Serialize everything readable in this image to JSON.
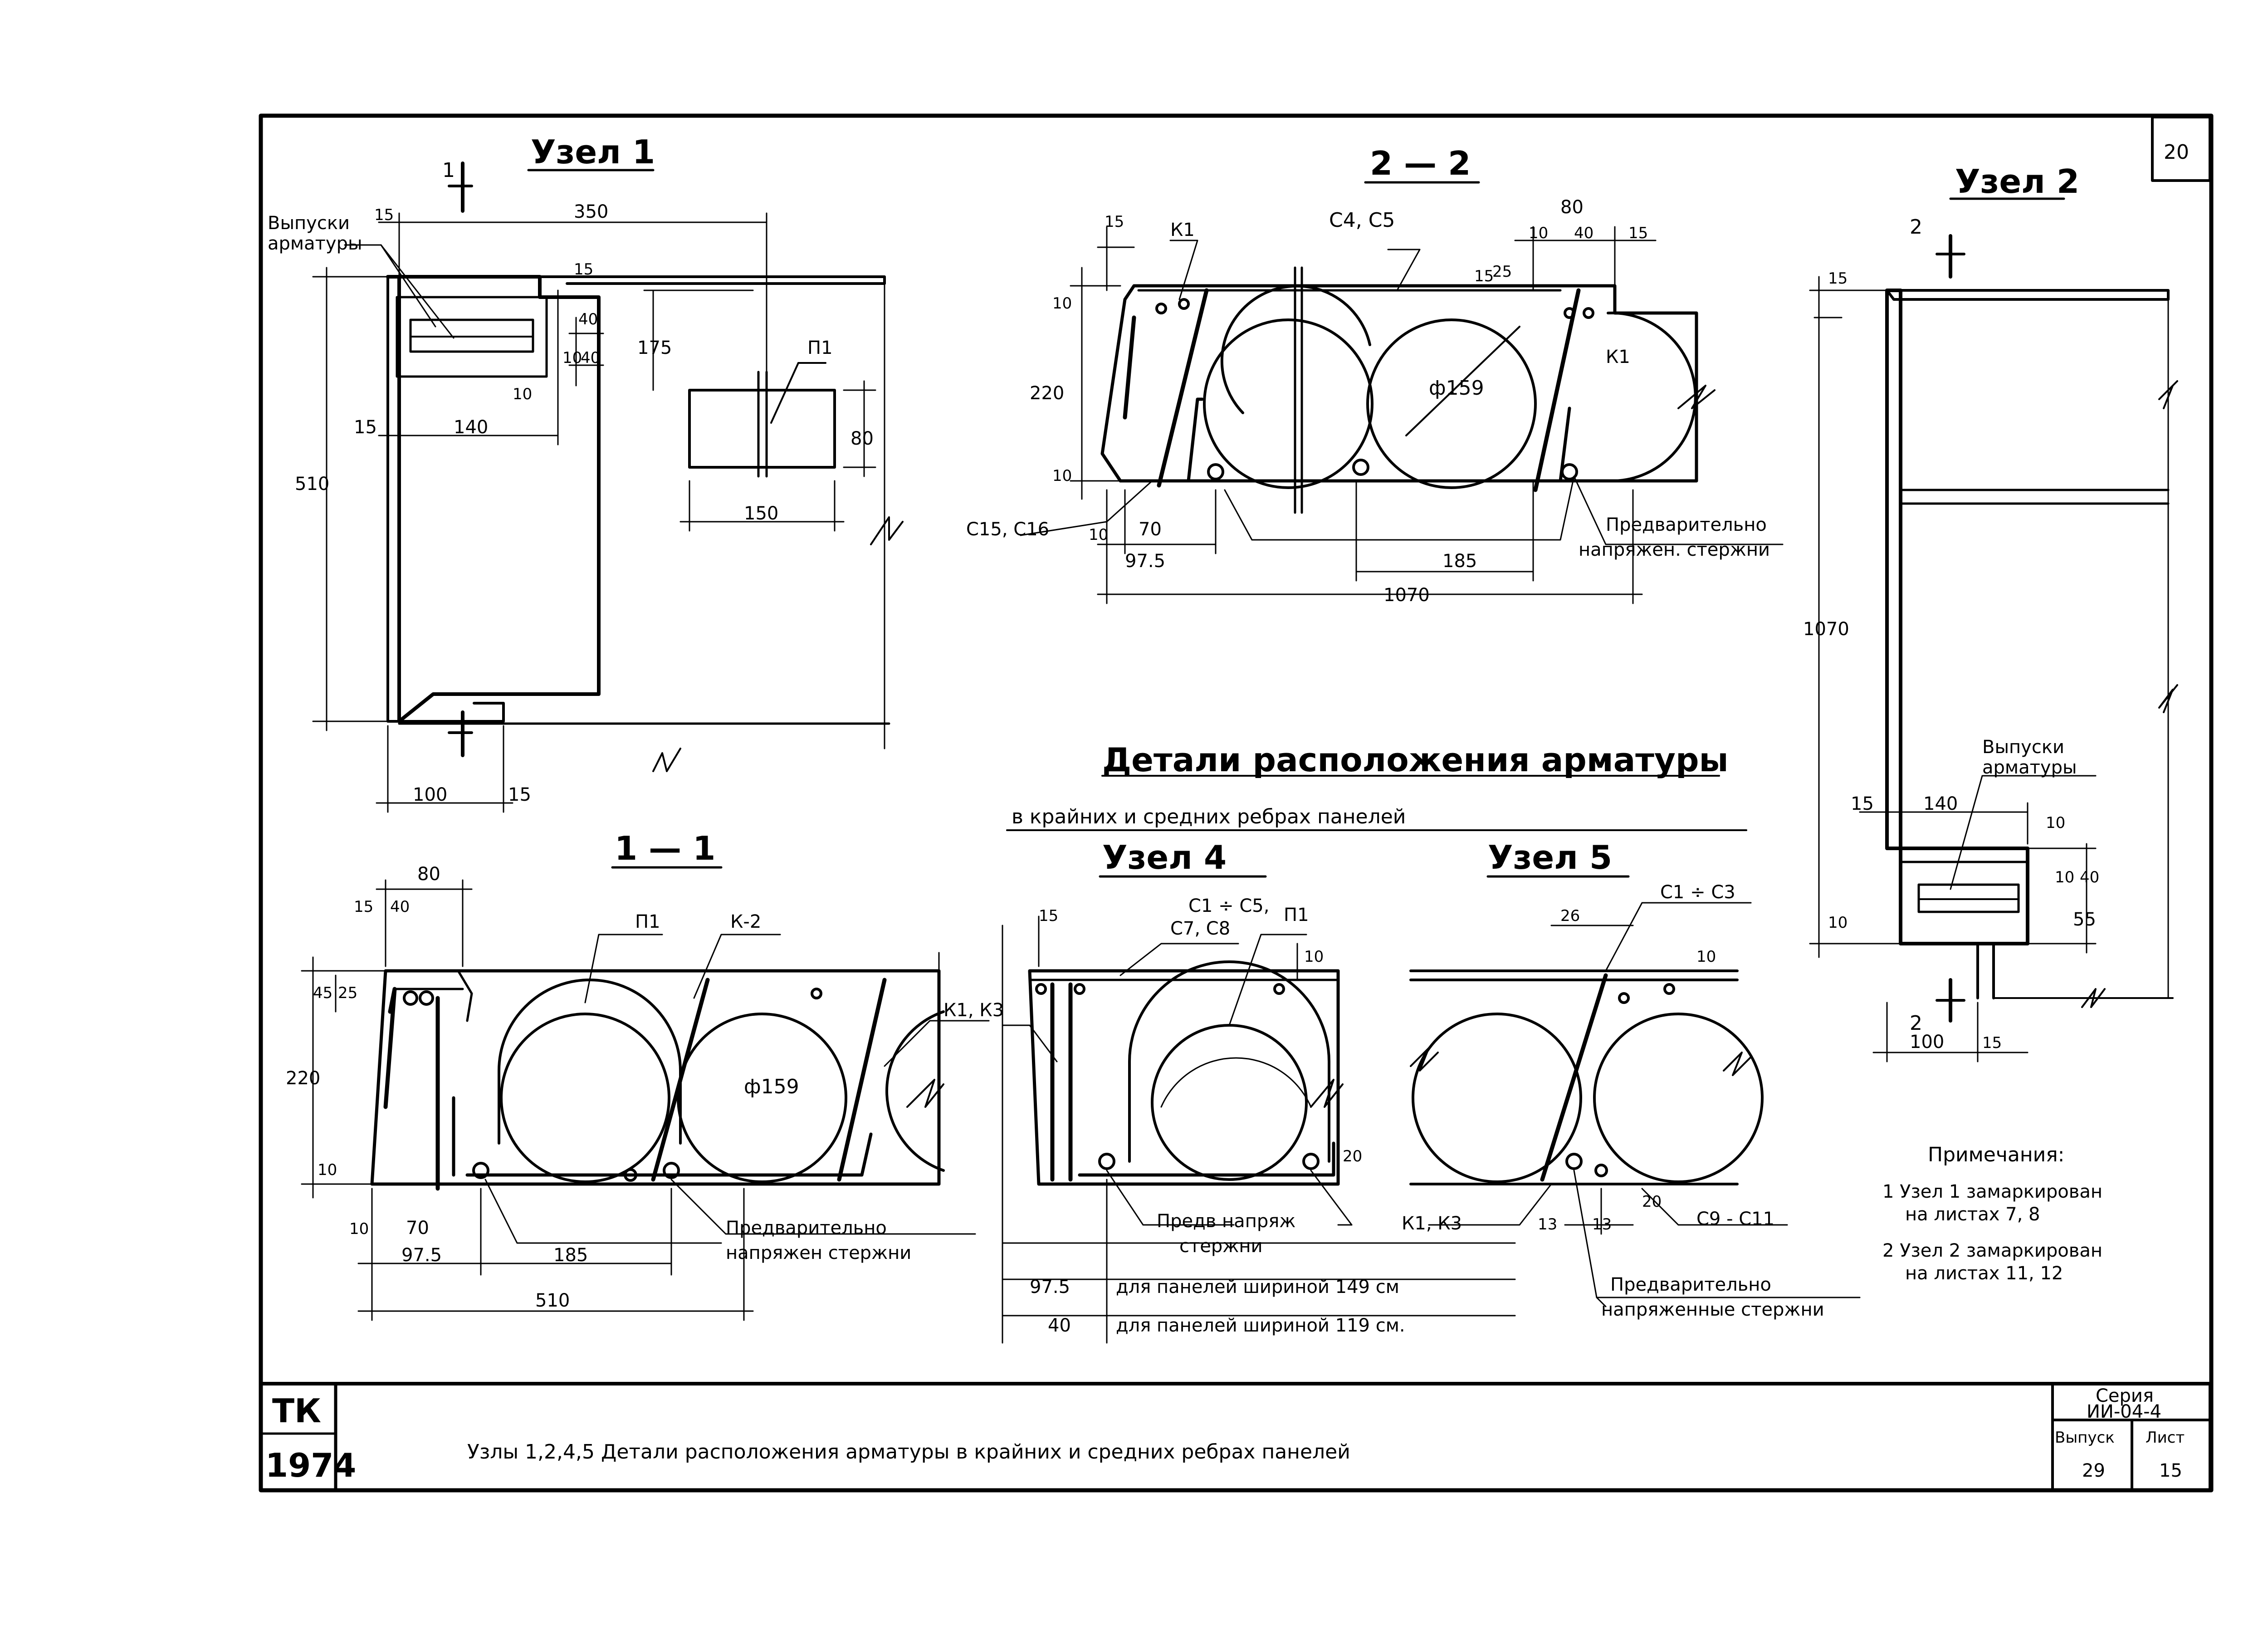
{
  "sheet_number": "20",
  "title_block": {
    "org": "ТК",
    "year": "1974",
    "title": "Узлы 1,2,4,5 Детали расположения арматуры в крайних и средних ребрах панелей",
    "series_label": "Серия",
    "series_value": "ИИ-04-4",
    "issue_label": "Выпуск",
    "issue_value": "29",
    "sheet_label": "Лист",
    "sheet_value": "15"
  },
  "main_title": {
    "line1": "Детали расположения арматуры",
    "line2": "в крайних и средних ребрах панелей"
  },
  "node1": {
    "title": "Узел 1",
    "section_mark": "1",
    "callout": [
      "Выпуски",
      "арматуры"
    ],
    "part": "П1",
    "dims": [
      "15",
      "350",
      "15",
      "40",
      "10",
      "40",
      "10",
      "175",
      "15",
      "140",
      "510",
      "80",
      "150",
      "100",
      "15"
    ]
  },
  "section22": {
    "title": "2 — 2",
    "labels": [
      "К1",
      "С4, С5",
      "К1",
      "С15, С16",
      "ф159"
    ],
    "callout": [
      "Предварительно",
      "напряжен. стержни"
    ],
    "dims": [
      "15",
      "80",
      "10",
      "40",
      "15",
      "15",
      "25",
      "10",
      "220",
      "10",
      "10",
      "70",
      "97.5",
      "185",
      "1070"
    ]
  },
  "node2": {
    "title": "Узел 2",
    "section_mark": "2",
    "callout": [
      "Выпуски",
      "арматуры"
    ],
    "dims": [
      "15",
      "1070",
      "15",
      "140",
      "10",
      "10",
      "40",
      "10",
      "55",
      "100",
      "15"
    ]
  },
  "section11": {
    "title": "1 — 1",
    "labels": [
      "П1",
      "К-2",
      "К1, К3",
      "ф159"
    ],
    "callout": [
      "Предварительно",
      "напряжен стержни"
    ],
    "dims": [
      "80",
      "15",
      "40",
      "45",
      "25",
      "220",
      "10",
      "10",
      "70",
      "97.5",
      "185",
      "510"
    ]
  },
  "node4": {
    "title": "Узел 4",
    "labels": [
      "С1 ÷ С5,",
      "С7, С8",
      "П1"
    ],
    "callout": [
      "Предв напряж",
      "стержни"
    ],
    "dims": [
      "15",
      "10",
      "20"
    ],
    "width_notes": [
      {
        "value": "97.5",
        "text": "для панелей шириной 149 см"
      },
      {
        "value": "40",
        "text": "для панелей шириной 119 см."
      }
    ]
  },
  "node5": {
    "title": "Узел 5",
    "labels": [
      "С1 ÷ С3",
      "К1, К3",
      "С9 - С11"
    ],
    "callout": [
      "Предварительно",
      "напряженные стержни"
    ],
    "dims": [
      "26",
      "10",
      "13",
      "13",
      "20"
    ]
  },
  "notes": {
    "title": "Примечания:",
    "items": [
      "1 Узел 1 замаркирован",
      "на листах 7, 8",
      "2 Узел 2 замаркирован",
      "на листах 11, 12"
    ]
  }
}
